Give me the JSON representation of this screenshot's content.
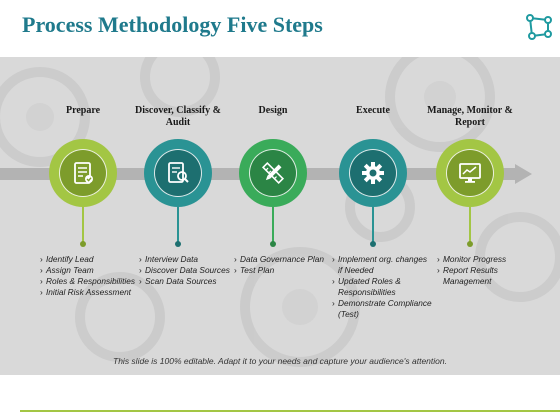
{
  "title": "Process Methodology Five Steps",
  "footer": "This slide is 100% editable. Adapt it to your needs and capture your audience's attention.",
  "logo_icon": "network-nodes-icon",
  "colors": {
    "title": "#1f7a8c",
    "green": "#a3c644",
    "teal": "#2a9394",
    "midgreen": "#3aab5a",
    "arrow": "#b3b3b3",
    "panel": "#d9d9d9",
    "accent": "#a3c644"
  },
  "steps": [
    {
      "title": "Prepare",
      "icon": "checklist-icon",
      "color": "#a3c644",
      "dark": "#7d9c2b",
      "items": [
        "Identify Lead",
        "Assign Team",
        "Roles & Responsibilities",
        "Initial Risk Assessment"
      ]
    },
    {
      "title": "Discover, Classify & Audit",
      "icon": "document-search-icon",
      "color": "#2a9394",
      "dark": "#1d6f70",
      "items": [
        "Interview Data",
        "Discover Data Sources",
        "Scan Data Sources"
      ]
    },
    {
      "title": "Design",
      "icon": "pencil-ruler-icon",
      "color": "#3aab5a",
      "dark": "#2b8545",
      "items": [
        "Data Governance Plan",
        "Test Plan"
      ]
    },
    {
      "title": "Execute",
      "icon": "gear-icon",
      "color": "#2a9394",
      "dark": "#1d6f70",
      "items": [
        "Implement org. changes if Needed",
        "Updated Roles & Responsibilities",
        "Demonstrate Compliance (Test)"
      ]
    },
    {
      "title": "Manage, Monitor & Report",
      "icon": "monitor-chart-icon",
      "color": "#a3c644",
      "dark": "#7d9c2b",
      "items": [
        "Monitor Progress",
        "Report Results Management"
      ]
    }
  ]
}
